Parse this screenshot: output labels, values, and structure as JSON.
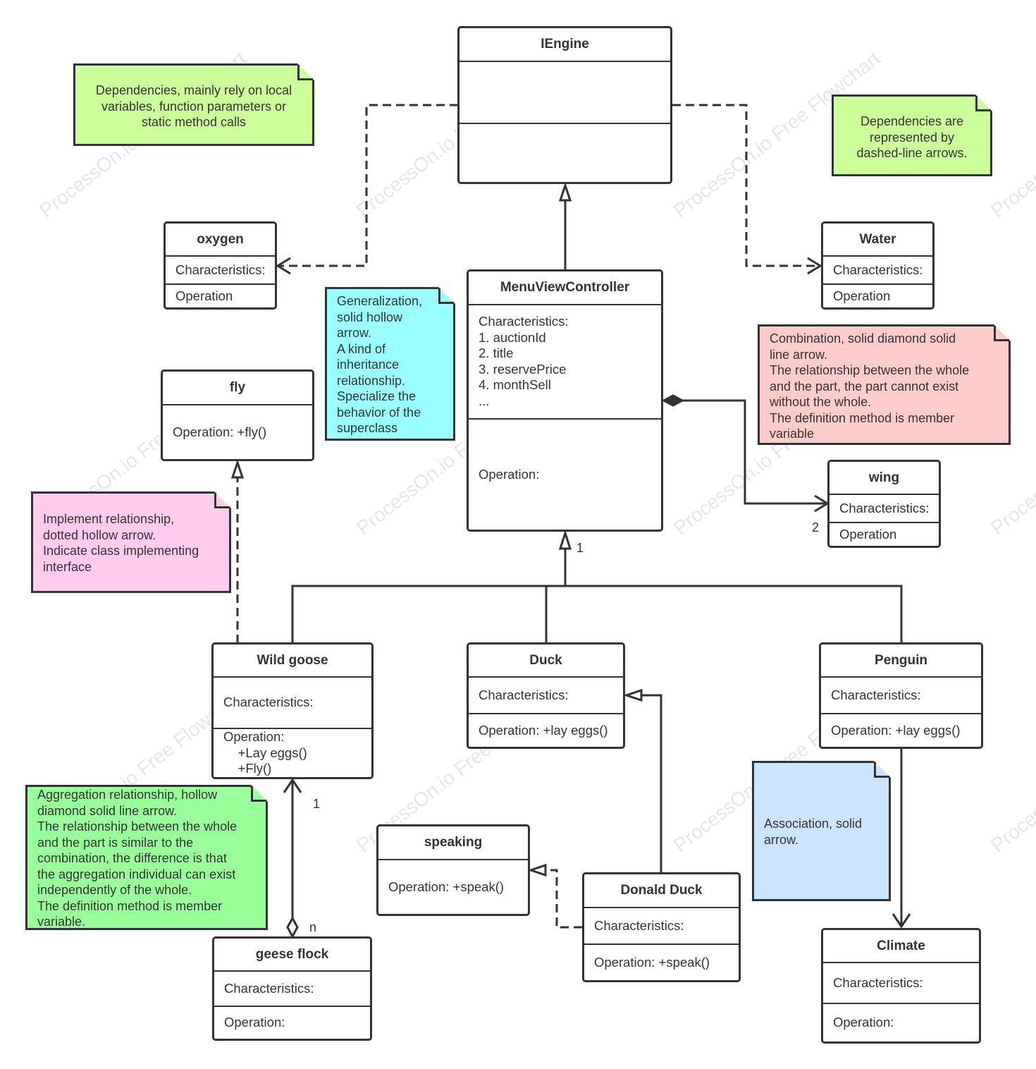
{
  "watermark": "ProcessOn.io Free Flowchart",
  "classes": {
    "iengine": {
      "name": "IEngine"
    },
    "oxygen": {
      "name": "oxygen",
      "characteristics": "Characteristics:",
      "operation": "Operation"
    },
    "water": {
      "name": "Water",
      "characteristics": "Characteristics:",
      "operation": "Operation"
    },
    "menu": {
      "name": "MenuViewController",
      "characteristics": [
        "Characteristics:",
        "1. auctionId",
        "2. title",
        "3. reservePrice",
        "4. monthSell",
        "..."
      ],
      "operation": "Operation:"
    },
    "fly": {
      "name": "fly",
      "operation": "Operation: +fly()"
    },
    "wing": {
      "name": "wing",
      "characteristics": "Characteristics:",
      "operation": "Operation"
    },
    "wildgoose": {
      "name": "Wild goose",
      "characteristics": "Characteristics:",
      "operation": [
        "Operation:",
        "    +Lay eggs()",
        "    +Fly()"
      ]
    },
    "duck": {
      "name": "Duck",
      "characteristics": "Characteristics:",
      "operation": "Operation: +lay eggs()"
    },
    "penguin": {
      "name": "Penguin",
      "characteristics": "Characteristics:",
      "operation": "Operation: +lay eggs()"
    },
    "speaking": {
      "name": "speaking",
      "operation": "Operation: +speak()"
    },
    "donaldduck": {
      "name": "Donald Duck",
      "characteristics": "Characteristics:",
      "operation": "Operation: +speak()"
    },
    "geeseflock": {
      "name": "geese flock",
      "characteristics": "Characteristics:",
      "operation": "Operation:"
    },
    "climate": {
      "name": "Climate",
      "characteristics": "Characteristics:",
      "operation": "Operation:"
    }
  },
  "notes": {
    "dep_left": {
      "color": "#ccff99",
      "lines": [
        "Dependencies, mainly rely on local",
        "variables, function parameters or",
        "static method calls"
      ]
    },
    "dep_right": {
      "color": "#ccff99",
      "lines": [
        "Dependencies are",
        "represented by",
        "dashed-line arrows."
      ]
    },
    "generalization": {
      "color": "#99ffff",
      "lines": [
        "Generalization,",
        "solid hollow",
        "arrow.",
        "A kind of",
        "inheritance",
        "relationship.",
        "Specialize the",
        "behavior of the",
        "superclass"
      ]
    },
    "combination": {
      "color": "#ffcccc",
      "lines": [
        "Combination, solid diamond solid",
        "line arrow.",
        "The relationship between the whole",
        "and the part, the part cannot exist",
        "without the whole.",
        "The definition method is member",
        "variable"
      ]
    },
    "implement": {
      "color": "#ffccee",
      "lines": [
        "Implement relationship,",
        "dotted hollow arrow.",
        "Indicate class implementing",
        "interface"
      ]
    },
    "aggregation": {
      "color": "#99ff99",
      "lines": [
        "Aggregation relationship, hollow",
        "diamond solid line arrow.",
        "The relationship between the whole",
        "and the part is similar to the",
        "combination, the difference is that",
        "the aggregation individual can exist",
        "independently of the whole.",
        "The definition method is member",
        "variable."
      ]
    },
    "association": {
      "color": "#cce5ff",
      "lines": [
        "Association, solid",
        "arrow."
      ]
    }
  },
  "multiplicities": {
    "menu_general": "1",
    "wing_part": "2",
    "wildgoose_whole": "1",
    "flock_part": "n"
  }
}
